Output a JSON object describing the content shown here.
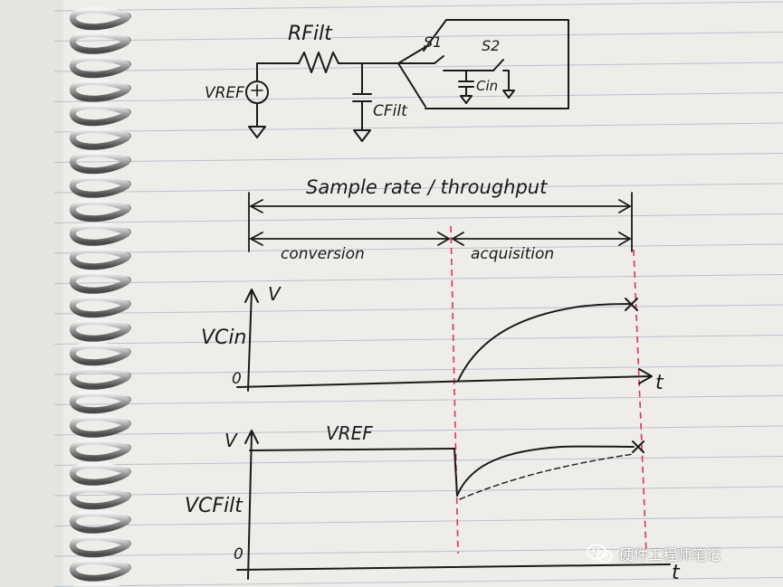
{
  "colors": {
    "paper": "#efedea",
    "ink": "#1a1a1a",
    "guide": "#e0315a",
    "rule": "#b9c1cc"
  },
  "circuit": {
    "rfilt_label": "RFilt",
    "vref_label": "VREF",
    "cfilt_label": "CFilt",
    "s1_label": "S1",
    "s2_label": "S2",
    "cin_label": "Cin"
  },
  "timing": {
    "span_label": "Sample rate / throughput",
    "conversion_label": "conversion",
    "acquisition_label": "acquisition"
  },
  "plot_cin": {
    "y_axis_label": "V",
    "signal_label": "VCin",
    "zero_label": "0",
    "x_axis_label": "t"
  },
  "plot_cfilt": {
    "y_axis_label": "V",
    "level_label": "VREF",
    "signal_label": "VCFilt",
    "zero_label": "0",
    "x_axis_label": "t"
  },
  "watermark": {
    "icon": "wechat-icon",
    "text": "硬件工程师笔记"
  }
}
